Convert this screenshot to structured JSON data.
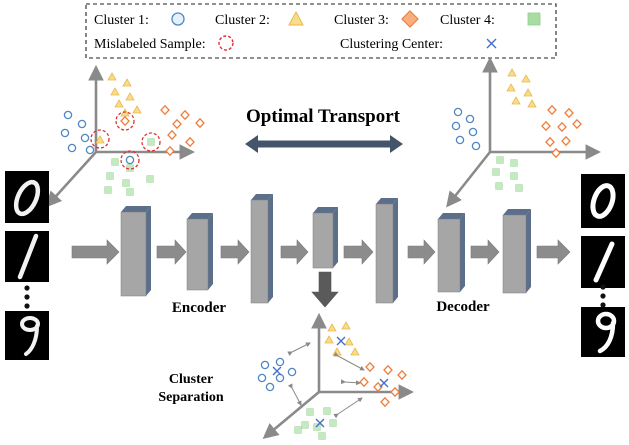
{
  "legend": {
    "cluster1": "Cluster 1:",
    "cluster2": "Cluster 2:",
    "cluster3": "Cluster 3:",
    "cluster4": "Cluster 4:",
    "mislabeled": "Mislabeled Sample:",
    "center": "Clustering Center:"
  },
  "labels": {
    "optimal_transport": "Optimal Transport",
    "encoder": "Encoder",
    "decoder": "Decoder",
    "cluster_sep_line1": "Cluster",
    "cluster_sep_line2": "Separation"
  },
  "colors": {
    "cluster1": "#4f86c6",
    "cluster2": "#f2c14e",
    "cluster3": "#ee7d3b",
    "cluster4": "#8fd18f",
    "mislabeled": "#e03030",
    "center": "#4472c4",
    "layer_fill": "#9c9c9c",
    "arrow": "#7f7f7f",
    "ot_arrow": "#44546a"
  },
  "icons": {
    "inputs": [
      "digit-0-image",
      "digit-1-image",
      "digit-9-image"
    ],
    "outputs": [
      "digit-0-image",
      "digit-1-image",
      "digit-9-image"
    ]
  }
}
